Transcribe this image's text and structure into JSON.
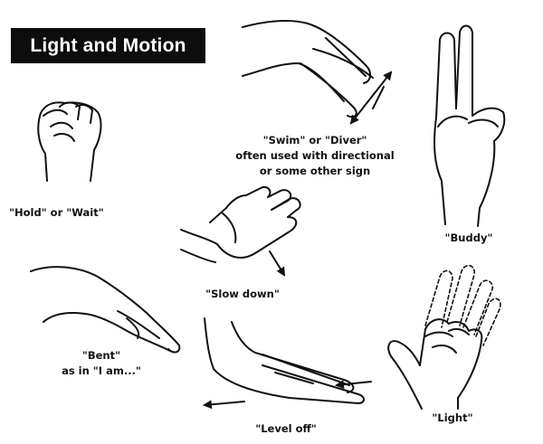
{
  "title": "Light and Motion",
  "colors": {
    "title_bg": "#0d0d0d",
    "title_text": "#ffffff",
    "ink": "#111111",
    "background": "#ffffff"
  },
  "signals": {
    "hold": {
      "caption": "\"Hold\" or \"Wait\"",
      "icon": "closed-fist-icon"
    },
    "swim": {
      "caption_lines": [
        "\"Swim\" or \"Diver\"",
        "often used with directional",
        "or some other sign"
      ],
      "icon": "pointing-fingers-icon"
    },
    "buddy": {
      "caption": "\"Buddy\"",
      "icon": "two-fingers-together-icon"
    },
    "slow_down": {
      "caption": "\"Slow down\"",
      "icon": "flat-palm-icon"
    },
    "bent": {
      "caption_lines": [
        "\"Bent\"",
        "as in \"I am...\""
      ],
      "icon": "bent-hand-icon"
    },
    "level_off": {
      "caption": "\"Level off\"",
      "icon": "level-hand-icon"
    },
    "light": {
      "caption": "\"Light\"",
      "icon": "light-flash-hand-icon"
    }
  }
}
